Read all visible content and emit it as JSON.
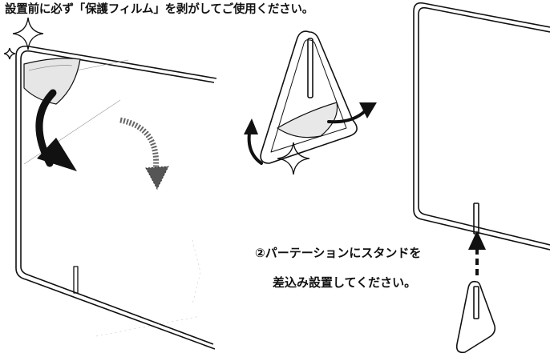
{
  "instruction_top": "設置前に必ず「保護フィルム」を剥がしてご使用ください。",
  "step2": {
    "line1": "②パーテーションにスタンドを",
    "line2": "差込み設置してください。"
  },
  "colors": {
    "line": "#111111",
    "film": "#dcdcdc",
    "arrow": "#111111"
  },
  "icons": [
    "sparkle-icon",
    "curved-arrow-icon",
    "up-arrow-icon"
  ]
}
